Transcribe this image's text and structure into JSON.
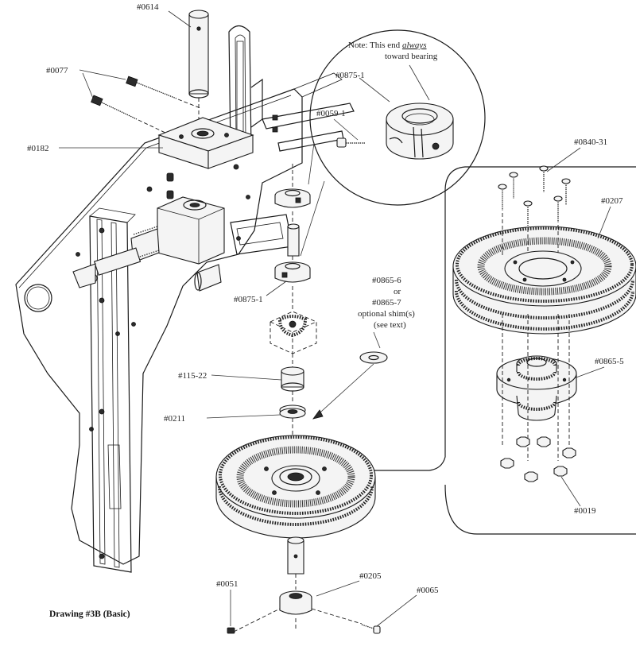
{
  "caption": "Drawing #3B (Basic)",
  "note": {
    "line1_prefix": "Note: This end ",
    "line1_emph": "always",
    "line2": "toward bearing"
  },
  "parts": {
    "p0614": "#0614",
    "p0077": "#0077",
    "p0182": "#0182",
    "p0875_top": "#0875-1",
    "p0059": "#0059-1",
    "p0840": "#0840-31",
    "p0207": "#0207",
    "p0875_side": "#0875-1",
    "p0865_6": "#0865-6",
    "or_text": "or",
    "p0865_7": "#0865-7",
    "shim_text": "optional shim(s)",
    "see_text": "(see text)",
    "p0865_5": "#0865-5",
    "p115_22": "#115-22",
    "p0211": "#0211",
    "p0019": "#0019",
    "p0051": "#0051",
    "p0205": "#0205",
    "p0065": "#0065"
  }
}
